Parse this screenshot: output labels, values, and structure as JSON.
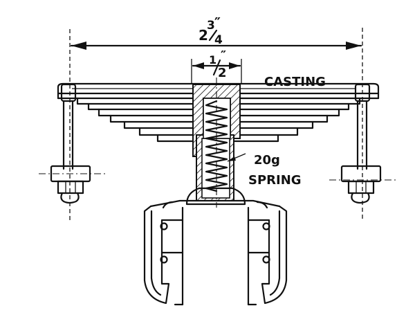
{
  "labels": {
    "overall_width_whole": "2",
    "overall_width_num": "3",
    "overall_width_den": "4",
    "overall_width_unit": "″",
    "stem_width_num": "1",
    "stem_width_den": "2",
    "stem_width_unit": "″",
    "casting": "CASTING",
    "spring_gauge": "20g",
    "spring": "SPRING"
  },
  "colors": {
    "ink": "#111111",
    "paper": "#ffffff"
  }
}
